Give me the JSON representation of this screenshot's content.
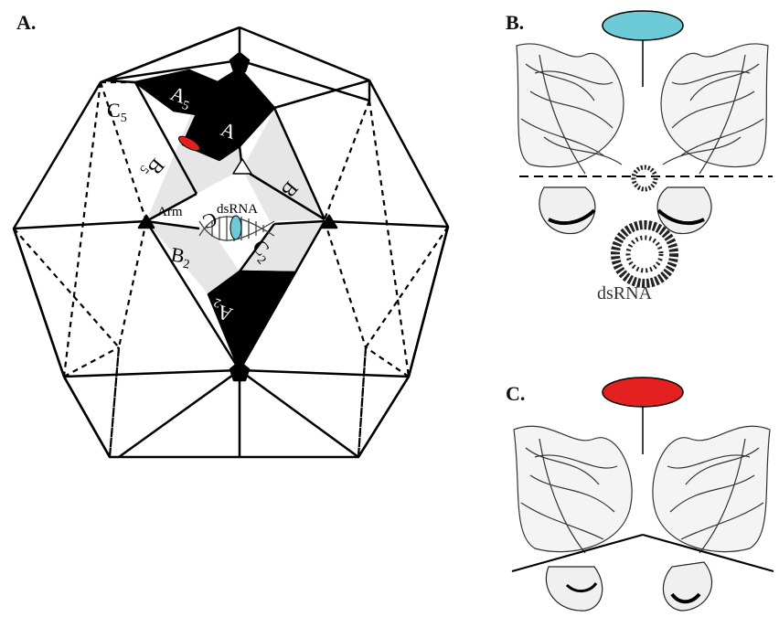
{
  "panels": {
    "a": {
      "label": "A."
    },
    "b": {
      "label": "B."
    },
    "c": {
      "label": "C."
    }
  },
  "diagram_labels": {
    "a5": "A",
    "a5_sub": "5",
    "a": "A",
    "b5": "B",
    "b5_sub": "5",
    "b": "B",
    "c5": "C",
    "c5_sub": "5",
    "c": "C",
    "arm": "Arm",
    "dsrna_center": "dsRNA",
    "b2": "B",
    "b2_sub": "2",
    "c2": "C",
    "c2_sub": "2",
    "a2": "A",
    "a2_sub": "2"
  },
  "dsrna_caption": "dsRNA",
  "colors": {
    "cyan_marker": "#6ccbd6",
    "red_marker": "#e52020",
    "black_region": "#000000",
    "gray_region": "#e6e6e6"
  }
}
